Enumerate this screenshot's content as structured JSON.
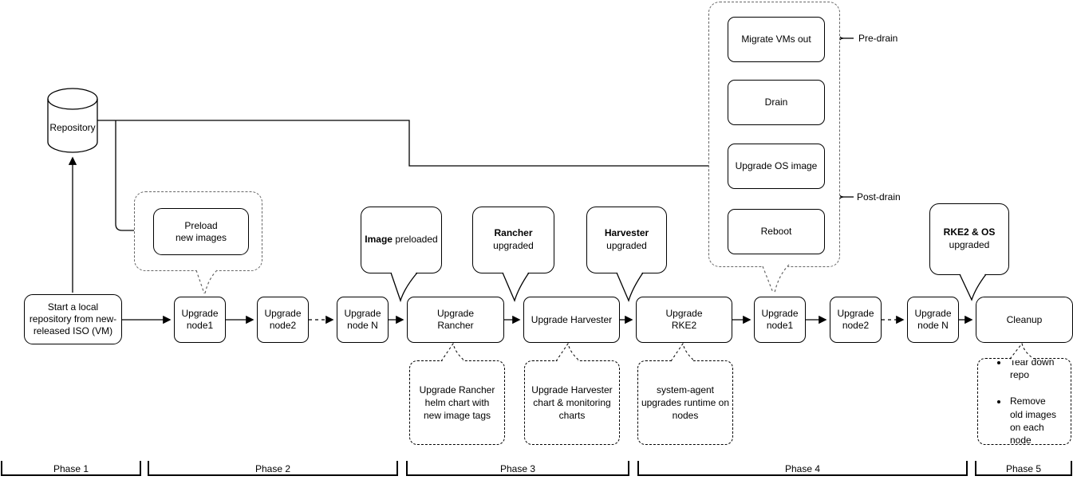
{
  "repository": {
    "label": "Repository"
  },
  "flow": {
    "start": "Start a local\nrepository from new-\nreleased ISO (VM)",
    "preload": "Preload\nnew images",
    "node1_first": "Upgrade\nnode1",
    "node2_first": "Upgrade\nnode2",
    "nodeN_first": "Upgrade\nnode N",
    "rancher": "Upgrade\nRancher",
    "harvester": "Upgrade Harvester",
    "rke2": "Upgrade\nRKE2",
    "node1_second": "Upgrade\nnode1",
    "node2_second": "Upgrade\nnode2",
    "nodeN_second": "Upgrade\nnode N",
    "cleanup": "Cleanup"
  },
  "os_sequence": {
    "migrate": "Migrate VMs out",
    "drain": "Drain",
    "upgrade_os": "Upgrade OS image",
    "reboot": "Reboot",
    "pre_drain_label": "Pre-drain",
    "post_drain_label": "Post-drain"
  },
  "bubbles": {
    "image": {
      "bold": "Image",
      "rest": " preloaded"
    },
    "rancher": {
      "bold": "Rancher",
      "rest": "upgraded"
    },
    "harvester": {
      "bold": "Harvester",
      "rest": "upgraded"
    },
    "rke2": {
      "bold": "RKE2 & OS",
      "rest": "upgraded"
    }
  },
  "notes": {
    "rancher": "Upgrade Rancher\nhelm chart with\nnew image tags",
    "harvester": "Upgrade Harvester\nchart & monitoring\ncharts",
    "rke2": "system-agent\nupgrades runtime on\nnodes",
    "cleanup_items": [
      "Tear down repo",
      "Remove old images on each node"
    ]
  },
  "phases": [
    {
      "label": "Phase 1"
    },
    {
      "label": "Phase 2"
    },
    {
      "label": "Phase 3"
    },
    {
      "label": "Phase 4"
    },
    {
      "label": "Phase 5"
    }
  ],
  "colors": {
    "line": "#000000",
    "dashed_container": "#666666",
    "background": "#ffffff"
  }
}
